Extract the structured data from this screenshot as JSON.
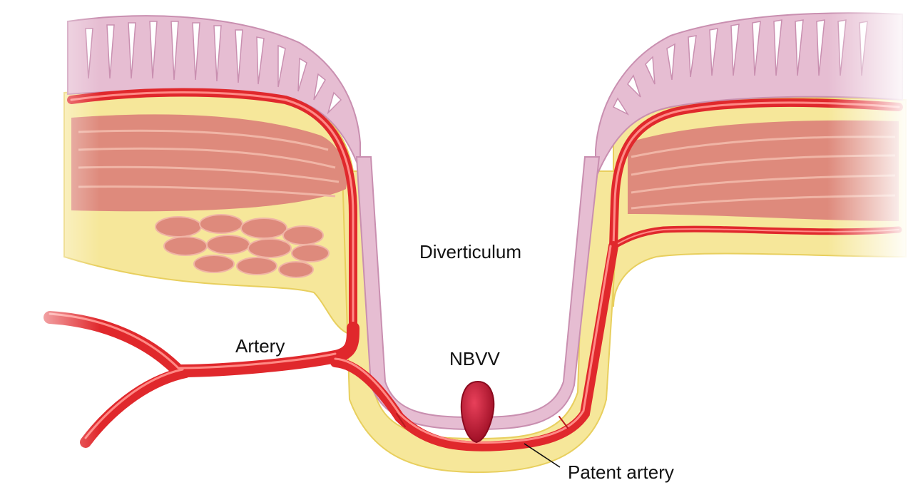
{
  "labels": {
    "diverticulum": "Diverticulum",
    "artery": "Artery",
    "nbvv": "NBVV",
    "patent_artery": "Patent artery"
  },
  "colors": {
    "background": "#ffffff",
    "mucosa_fill": "#e6bdd2",
    "mucosa_edge": "#c98fb0",
    "fat": "#f6e79a",
    "fat_edge": "#e8cf5e",
    "muscle": "#de8a7c",
    "muscle_stripe": "#f0b5a6",
    "artery": "#e0282c",
    "artery_dark": "#b81a1e",
    "artery_highlight": "#ff8a86",
    "nbvv": "#b3122a"
  }
}
